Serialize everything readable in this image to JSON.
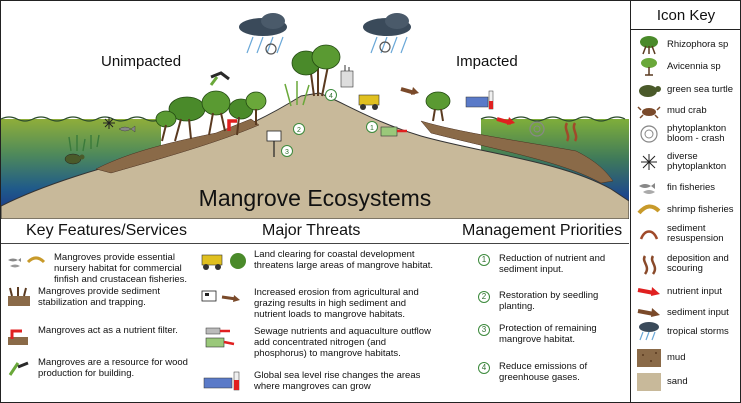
{
  "diagram": {
    "title": "Mangrove Ecosystems",
    "left_label": "Unimpacted",
    "right_label": "Impacted",
    "markers": [
      "1",
      "2",
      "3",
      "4"
    ]
  },
  "sections": {
    "key_features": "Key Features/Services",
    "threats": "Major Threats",
    "management": "Management Priorities"
  },
  "key_features": [
    "Mangroves provide essential nursery habitat for commercial finfish and crustacean fisheries.",
    "Mangroves provide sediment stabilization and trapping.",
    "Mangroves act as a nutrient filter.",
    "Mangroves are a resource for wood production for building."
  ],
  "threats": [
    "Land clearing for coastal development threatens large areas of mangrove habitat.",
    "Increased erosion from agricultural and grazing results in high sediment and nutrient loads to mangrove habitats.",
    "Sewage nutrients and aquaculture outflow add concentrated nitrogen (and phosphorus) to mangrove habitats.",
    "Global sea level rise changes the areas where mangroves can grow"
  ],
  "management": [
    {
      "num": "1",
      "text": "Reduction of nutrient and sediment input."
    },
    {
      "num": "2",
      "text": "Restoration by seedling planting."
    },
    {
      "num": "3",
      "text": "Protection of remaining mangrove habitat."
    },
    {
      "num": "4",
      "text": "Reduce emissions of greenhouse gases."
    }
  ],
  "icon_key": {
    "title": "Icon Key",
    "items": [
      {
        "label": "Rhizophora sp",
        "icon": "rhizophora-icon"
      },
      {
        "label": "Avicennia sp",
        "icon": "avicennia-icon"
      },
      {
        "label": "green sea turtle",
        "icon": "turtle-icon"
      },
      {
        "label": "mud crab",
        "icon": "crab-icon"
      },
      {
        "label": "phytoplankton bloom - crash",
        "icon": "phytoplankton-bloom-icon"
      },
      {
        "label": "diverse phytoplankton",
        "icon": "diverse-phytoplankton-icon"
      },
      {
        "label": "fin fisheries",
        "icon": "fish-icon"
      },
      {
        "label": "shrimp fisheries",
        "icon": "shrimp-icon"
      },
      {
        "label": "sediment resuspension",
        "icon": "sediment-resuspension-icon"
      },
      {
        "label": "deposition and scouring",
        "icon": "deposition-icon"
      },
      {
        "label": "nutrient input",
        "icon": "nutrient-arrow-icon"
      },
      {
        "label": "sediment input",
        "icon": "sediment-arrow-icon"
      },
      {
        "label": "tropical storms",
        "icon": "storm-icon"
      },
      {
        "label": "mud",
        "icon": "mud-icon"
      },
      {
        "label": "sand",
        "icon": "sand-icon"
      }
    ]
  },
  "colors": {
    "sand": "#c8b99a",
    "mud": "#8a6a48",
    "water_deep": "#1c3f9a",
    "water_green": "#6d9a36",
    "nutrient": "#e02020",
    "sediment": "#7a4a2a",
    "tree_green": "#4a8a2a"
  }
}
